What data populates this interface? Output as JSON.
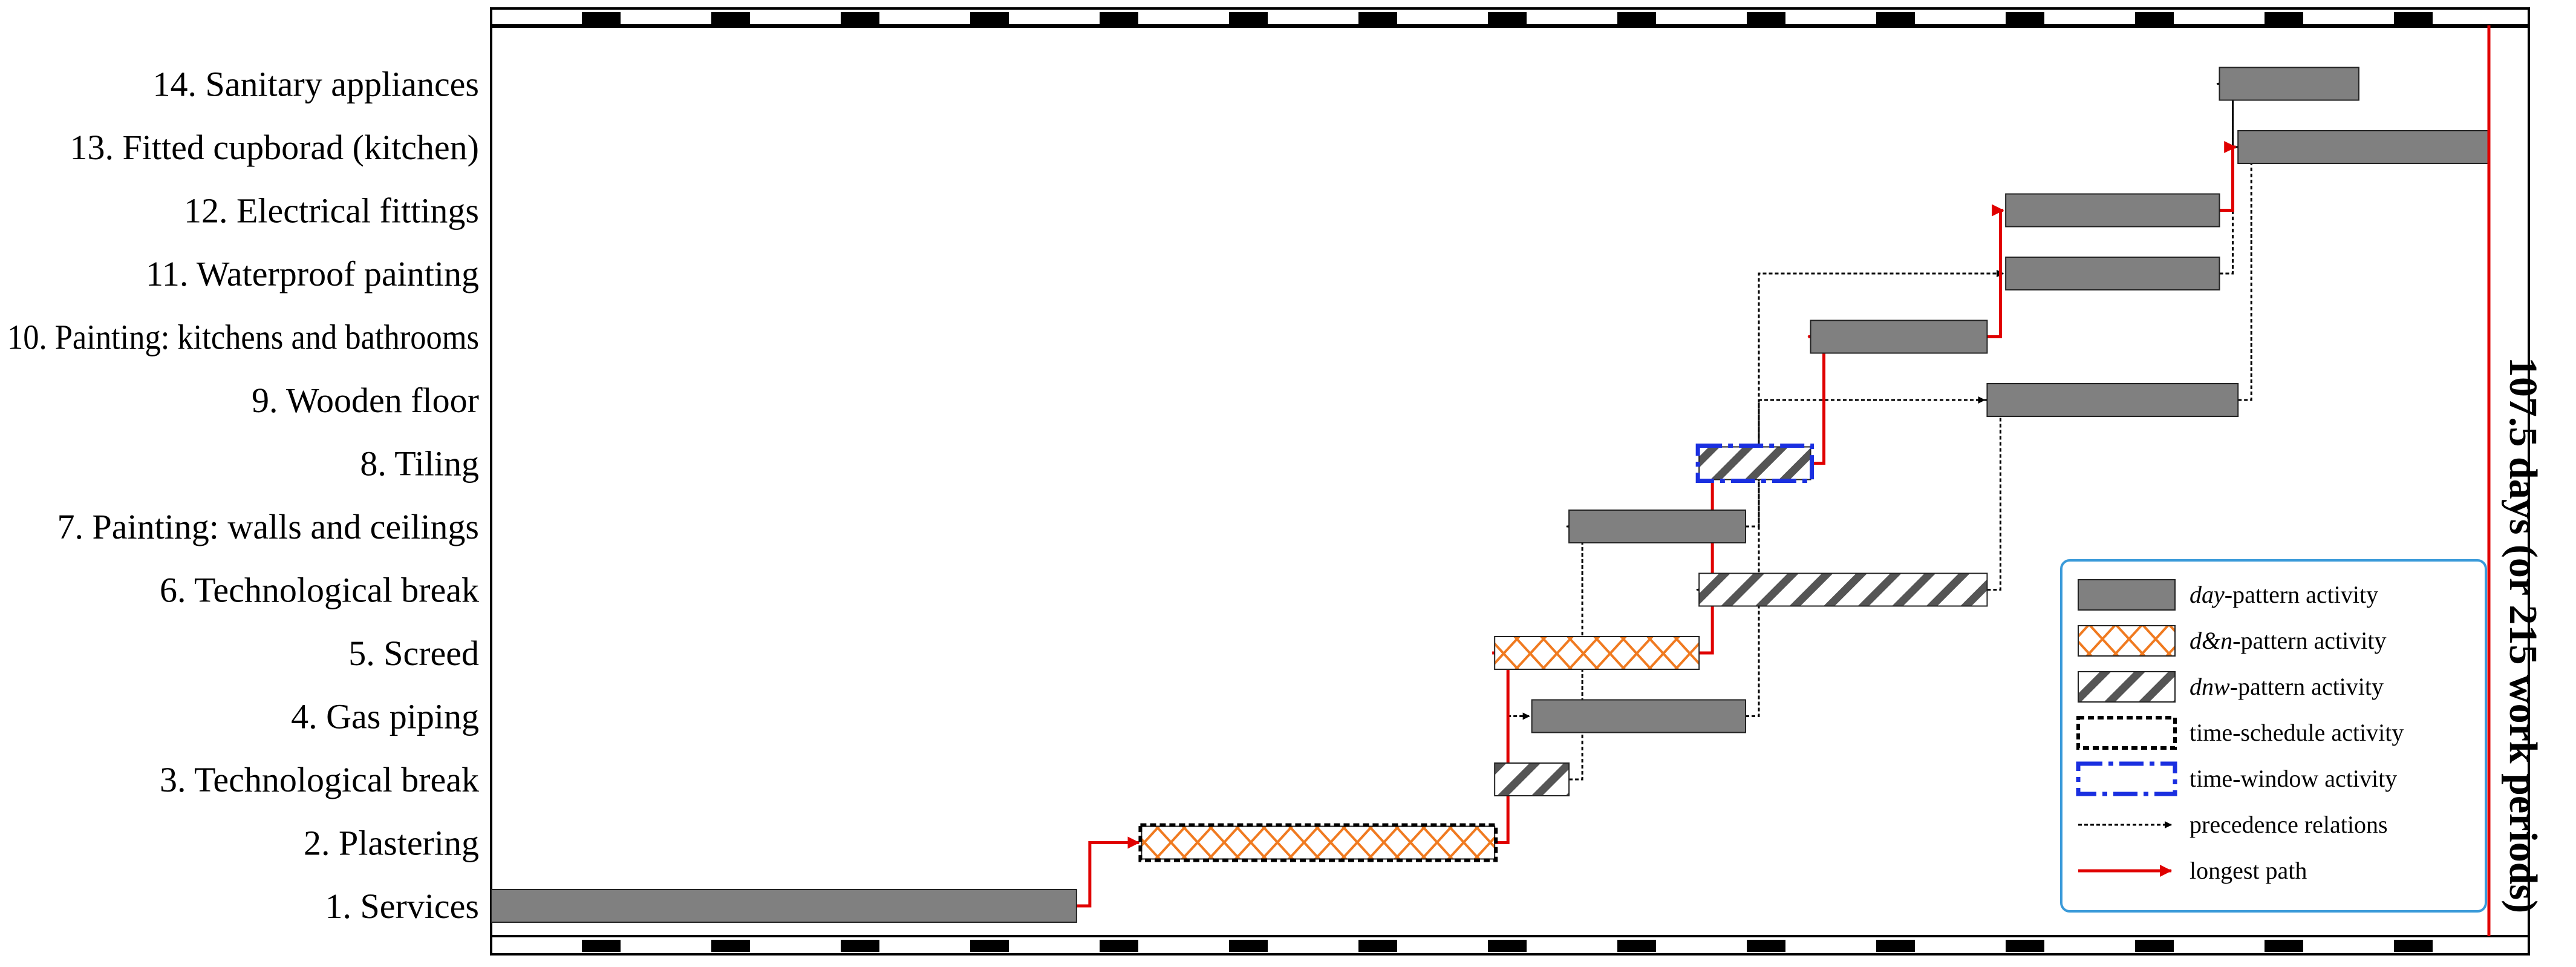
{
  "chart_data": {
    "type": "gantt",
    "total_label": "107.5 days (or 215 work periods)",
    "total_days": 107.5,
    "x_range": [
      0,
      107.5
    ],
    "colors": {
      "day": "#808080",
      "dn": "#f07a20",
      "dnw": "#555555",
      "time_schedule_border": "#000000",
      "time_window_border": "#1a2fe0",
      "precedence": "#000000",
      "longest_path": "#e00000",
      "legend_border": "#3a9ad9"
    },
    "activities": [
      {
        "id": 1,
        "label": "1. Services",
        "start": 0.0,
        "end": 31.5,
        "pattern": "day"
      },
      {
        "id": 2,
        "label": "2. Plastering",
        "start": 35.0,
        "end": 54.0,
        "pattern": "dn",
        "frame": "time-schedule"
      },
      {
        "id": 3,
        "label": "3. Technological break",
        "start": 54.0,
        "end": 58.0,
        "pattern": "dnw"
      },
      {
        "id": 4,
        "label": "4. Gas piping",
        "start": 56.0,
        "end": 67.5,
        "pattern": "day"
      },
      {
        "id": 5,
        "label": "5. Screed",
        "start": 54.0,
        "end": 65.0,
        "pattern": "dn"
      },
      {
        "id": 6,
        "label": "6. Technological break",
        "start": 65.0,
        "end": 80.5,
        "pattern": "dnw"
      },
      {
        "id": 7,
        "label": "7. Painting: walls and ceilings",
        "start": 58.0,
        "end": 67.5,
        "pattern": "day"
      },
      {
        "id": 8,
        "label": "8. Tiling",
        "start": 65.0,
        "end": 71.0,
        "pattern": "dnw",
        "frame": "time-window"
      },
      {
        "id": 9,
        "label": "9. Wooden floor",
        "start": 80.5,
        "end": 94.0,
        "pattern": "day"
      },
      {
        "id": 10,
        "label": "10. Painting: kitchens and bathrooms",
        "start": 71.0,
        "end": 80.5,
        "pattern": "day"
      },
      {
        "id": 11,
        "label": "11. Waterproof painting",
        "start": 81.5,
        "end": 93.0,
        "pattern": "day"
      },
      {
        "id": 12,
        "label": "12. Electrical fittings",
        "start": 81.5,
        "end": 93.0,
        "pattern": "day"
      },
      {
        "id": 13,
        "label": "13. Fitted cupborad (kitchen)",
        "start": 94.0,
        "end": 107.5,
        "pattern": "day"
      },
      {
        "id": 14,
        "label": "14. Sanitary appliances",
        "start": 93.0,
        "end": 100.5,
        "pattern": "day"
      }
    ],
    "precedence": [
      {
        "from": 3,
        "to": 7
      },
      {
        "from": 2,
        "to": 4
      },
      {
        "from": 4,
        "to": 11
      },
      {
        "from": 5,
        "to": 6
      },
      {
        "from": 7,
        "to": 9
      },
      {
        "from": 6,
        "to": 9
      },
      {
        "from": 8,
        "to": 10
      },
      {
        "from": 10,
        "to": 11
      },
      {
        "from": 9,
        "to": 13
      },
      {
        "from": 11,
        "to": 13
      },
      {
        "from": 11,
        "to": 14
      },
      {
        "from": 12,
        "to": 14
      }
    ],
    "longest_path": [
      {
        "from": 1,
        "to": 2
      },
      {
        "from": 2,
        "to": 5
      },
      {
        "from": 5,
        "to": 8
      },
      {
        "from": 8,
        "to": 10
      },
      {
        "from": 10,
        "to": 12
      },
      {
        "from": 12,
        "to": 13
      }
    ],
    "legend": [
      {
        "key": "day",
        "italic": "day",
        "text": "-pattern activity"
      },
      {
        "key": "dn",
        "italic": "d&n",
        "text": "-pattern activity"
      },
      {
        "key": "dnw",
        "italic": "dnw",
        "text": "-pattern activity"
      },
      {
        "key": "time-schedule",
        "italic": "",
        "text": "time-schedule activity"
      },
      {
        "key": "time-window",
        "italic": "",
        "text": "time-window activity"
      },
      {
        "key": "precedence",
        "italic": "",
        "text": "precedence relations"
      },
      {
        "key": "longest",
        "italic": "",
        "text": "longest path"
      }
    ]
  }
}
